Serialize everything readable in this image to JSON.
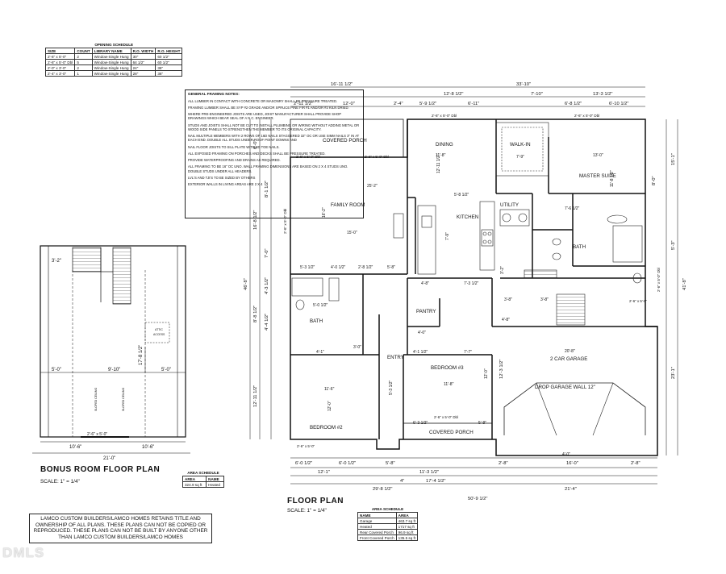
{
  "opening_schedule": {
    "title": "OPENING SCHEDULE",
    "headers": [
      "SIZE",
      "COUNT",
      "LIBRARY NAME",
      "R.O. WIDTH",
      "R.O. HEIGHT"
    ],
    "rows": [
      [
        "2'-6\" x 5'-0\"",
        "2",
        "Window-Single Hung",
        "30\"",
        "60 1/2\""
      ],
      [
        "2'-6\" x 5'-0\" Dbl",
        "5",
        "Window-Single Hung",
        "64 1/2\"",
        "60 1/2\""
      ],
      [
        "2'-0\" x 3'-0\"",
        "2",
        "Window-Single Hung",
        "24\"",
        "36\""
      ],
      [
        "2'-4\" x 3'-0\"",
        "1",
        "Window-Single Hung",
        "28\"",
        "36\""
      ]
    ]
  },
  "framing_notes": {
    "title": "GENERAL FRAMING NOTES:",
    "notes": [
      "ALL LUMBER IN CONTACT WITH CONCRETE OR MASONRY SHALL BE PRESSURE TREATED.",
      "FRAMING LUMBER SHALL BE SYP #2 GRADE AND/OR SPRUCE PINE FIR #1 AND/OR #2 KILN DRIED.",
      "WHERE PRE-ENGINEERED JOISTS ARE USED, JOIST MANUFACTURER SHALL PROVIDE SHOP DRAWINGS WHICH BEAR SEAL OF A N.C. ENGINEER.",
      "STUDS AND JOISTS SHALL NOT BE CUT TO INSTALL PLUMBING OR WIRING WITHOUT ADDING METAL OR WOOD SIDE PANELS TO STRENGTHEN THE MEMBER TO ITS ORIGINAL CAPACITY.",
      "NAIL MULTIPLE MEMBERS WITH 2 ROWS OF 16d NAILS STAGGERED 32\" OC OR USE SIMM NAILS 3\" IN AT EACH END. DOUBLE ALL STUDS UNDER ROOF POINT DOWNS AND",
      "NAIL FLOOR JOISTS TO SILL PLATE WITH 8d TOE NAILS.",
      "ALL EXPOSED FRAMING ON PORCHES AND DECKS SHALL BE PRESSURE TREATED.",
      "PROVIDE WATERPROOFING AND DRAINS AS REQUIRED.",
      "ALL FRAMING TO BE 16\" OC UNO. WALL FRAMING DIMENSIONS ARE BASED ON 2 X 4 STUDS UNO. DOUBLE STUDS UNDER ALL HEADERS.",
      "LVL'S AND TJI'S TO BE SIZED BY OTHERS",
      "EXTERIOR WALLS IN LIVING AREAS ARE 2 X 4"
    ]
  },
  "bonus_room": {
    "title": "BONUS ROOM FLOOR PLAN",
    "scale": "SCALE: 1\" = 1/4\"",
    "dims": {
      "top_left": "3'-2\"",
      "left1": "5'-0\"",
      "mid": "9'-10\"",
      "right1": "5'-0\"",
      "vert": "17'-8 1/2\"",
      "window": "2'-6\" x 5'-0\"",
      "bottom_left": "10'-6\"",
      "bottom_right": "10'-6\"",
      "total": "21'-0\""
    },
    "labels": [
      "SLOPED CEILING",
      "SLOPED CEILING",
      "ATTIC",
      "ACCESS"
    ]
  },
  "bonus_area_schedule": {
    "title": "AREA SCHEDULE",
    "headers": [
      "AREA",
      "NAME"
    ],
    "rows": [
      [
        "324.9 sq ft",
        "Heated"
      ]
    ]
  },
  "floor_plan": {
    "title": "FLOOR PLAN",
    "scale": "SCALE: 1\" = 1/4\"",
    "rooms": {
      "covered_porch_back": "COVERED PORCH",
      "dining": "DINING",
      "walk_in": "WALK-IN",
      "master_suite": "MASTER SUITE",
      "family_room": "FAMILY ROOM",
      "kitchen": "KITCHEN",
      "utility": "UTILITY",
      "bath_master": "BATH",
      "bath": "BATH",
      "pantry": "PANTRY",
      "entry": "ENTRY",
      "bedroom3": "BEDROOM #3",
      "bedroom2": "BEDROOM #2",
      "garage": "2 CAR GARAGE",
      "drop_wall": "DROP GARAGE WALL 12\"",
      "covered_porch_front": "COVERED PORCH"
    },
    "dims_top": {
      "overall_top": "33'-10\"",
      "left_top": "16'-11 1/2\"",
      "seg1": "12'-8 1/2\"",
      "seg2": "7'-10\"",
      "seg3": "13'-3 1/2\"",
      "a": "2'-11 1/2\"",
      "b": "12'-0\"",
      "c": "2'-4\"",
      "d": "5'-9 1/2\"",
      "e": "6'-11\"",
      "f": "6'-8 1/2\"",
      "g": "6'-10 1/2\"",
      "win1": "2'-6\" x 5'-0\" Dbl",
      "win2": "2'-6\" x 5'-0\" Dbl"
    },
    "dims_bottom": {
      "a": "6'-0 1/2\"",
      "b": "6'-0 1/2\"",
      "c": "5'-8\"",
      "d": "2'-8\"",
      "e": "2'-8\"",
      "f": "12'-1\"",
      "g": "11'-3 1/2\"",
      "h": "17'-4 1/2\"",
      "i": "4\"",
      "j": "16'-0\"",
      "k": "29'-8 1/2\"",
      "l": "21'-4\"",
      "total": "50'-9 1/2\""
    },
    "dims_left": {
      "total": "46'-8\"",
      "a": "6'-0\"",
      "b": "8'-1 1/2\"",
      "c": "16'-8 1/2\"",
      "d": "7'-0\"",
      "e": "4'-3 1/2\"",
      "f": "4'-4 1/2\"",
      "g": "8'-8 1/2\"",
      "h": "12'-11 1/2\"",
      "win": "2'-6\" x 5'-0\" Dbl"
    },
    "dims_right": {
      "total": "41'-8\"",
      "a": "15'-1\"",
      "b": "8'-0\"",
      "c": "5'-3\"",
      "d": "23'-1\"",
      "e": "12'-3 1/2\""
    },
    "interior_dims": [
      "25'-2\"",
      "15'-0\"",
      "16'-2\"",
      "11'-8\"",
      "13'-0\"",
      "12'-11 1/2\"",
      "11'-8 1/2\"",
      "5'-8 1/2\"",
      "7'-9\"",
      "7'-9\"",
      "7'-6 1/2\"",
      "5'-3 1/2\"",
      "4'-0 1/2\"",
      "2'-8 1/2\"",
      "5'-8\"",
      "4'-8\"",
      "7'-3 1/2\"",
      "4'-0\"",
      "3'-0\"",
      "5'-0 1/2\"",
      "4'-1\"",
      "4'-1 1/2\"",
      "7'-7\"",
      "12'-0\"",
      "20'-8\"",
      "11'-8\"",
      "11'-6\"",
      "5'-3 1/2\"",
      "6'-3 1/2\"",
      "5'-8\"",
      "4'-0\"",
      "12'-0\"",
      "3'-8\"",
      "3'-8\"",
      "3'-2\"",
      "4'-8\""
    ],
    "windows": [
      "2'-6\" x 5'-0\" Dbl",
      "2'-6\" x 5'-0\" Dbl",
      "2'-6\" x 5'-0\"",
      "2'-6\" x 5'-0\" Dbl",
      "2'-6\" x 5'-0\" Dbl",
      "2'-6\" x 5'-0\""
    ]
  },
  "area_schedule": {
    "title": "AREA SCHEDULE",
    "headers": [
      "NAME",
      "AREA"
    ],
    "rows": [
      [
        "Garage",
        "463.7 sq ft"
      ],
      [
        "Heated",
        "1717 sq ft"
      ],
      [
        "Rear Covered Porch",
        "96.9 sq ft"
      ],
      [
        "Front Covered Porch",
        "135.5 sq ft"
      ]
    ]
  },
  "disclaimer": "LAMCO CUSTOM BUILDERS/LAMCO HOMES RETAINS TITLE AND OWNERSHIP OF ALL PLANS. THESE PLANS CAN NOT BE COPIED OR REPRODUCED. THESE PLANS CAN NOT BE BUILT BY ANYONE OTHER THAN LAMCO CUSTOM BUILDERS/LAMCO HOMES",
  "watermark": "DMLS"
}
